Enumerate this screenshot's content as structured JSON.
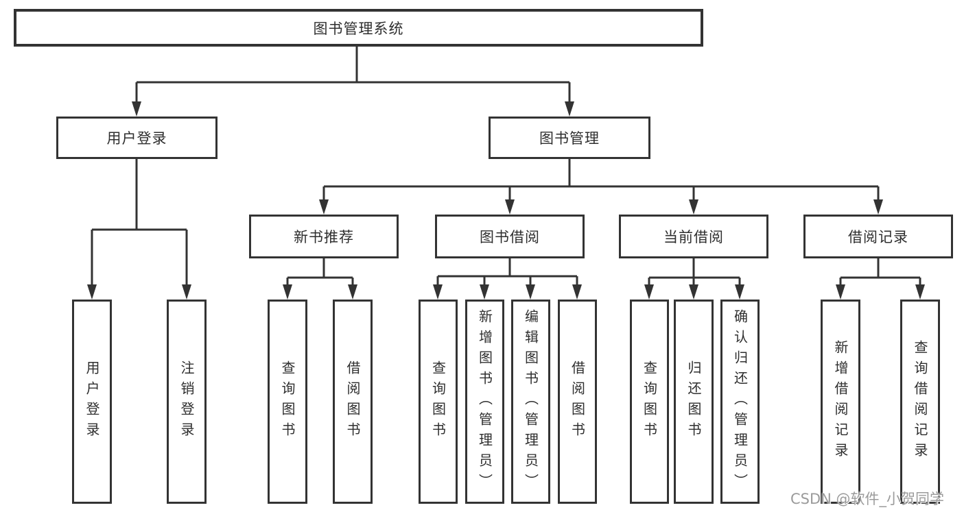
{
  "root": {
    "label": "图书管理系统"
  },
  "level2": [
    {
      "label": "用户登录"
    },
    {
      "label": "图书管理"
    }
  ],
  "level3": [
    {
      "label": "新书推荐"
    },
    {
      "label": "图书借阅"
    },
    {
      "label": "当前借阅"
    },
    {
      "label": "借阅记录"
    }
  ],
  "leaves": {
    "user_login": [
      {
        "label": "用户登录"
      },
      {
        "label": "注销登录"
      }
    ],
    "new_book": [
      {
        "label": "查询图书"
      },
      {
        "label": "借阅图书"
      }
    ],
    "book_borrow": [
      {
        "label": "查询图书"
      },
      {
        "label": "新增图书（管理员）"
      },
      {
        "label": "编辑图书（管理员）"
      },
      {
        "label": "借阅图书"
      }
    ],
    "current_borrow": [
      {
        "label": "查询图书"
      },
      {
        "label": "归还图书"
      },
      {
        "label": "确认归还（管理员）"
      }
    ],
    "records": [
      {
        "label": "新增借阅记录"
      },
      {
        "label": "查询借阅记录"
      }
    ]
  },
  "watermark": {
    "text": "CSDN @软件_小贺同学"
  },
  "colors": {
    "line": "#333333",
    "box_border": "#333333",
    "text": "#2e2e2e",
    "watermark": "#9b9b9b",
    "background": "#ffffff"
  }
}
